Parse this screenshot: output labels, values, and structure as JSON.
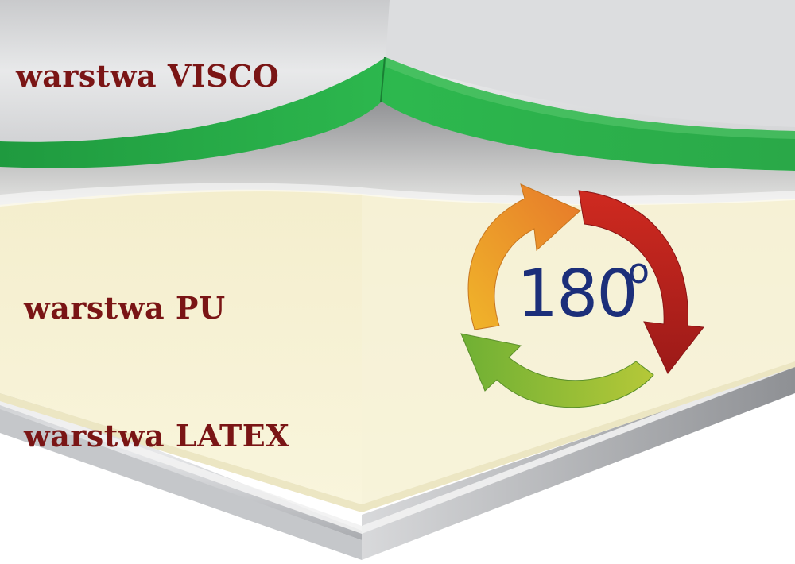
{
  "layers": {
    "visco": {
      "label": "warstwa VISCO"
    },
    "pu": {
      "label": "warstwa PU"
    },
    "latex": {
      "label": "warstwa LATEX"
    }
  },
  "rotation": {
    "value": "180",
    "unit": "o"
  },
  "colors": {
    "label_text": "#7a1515",
    "rotation_text": "#1c2f7a",
    "visco_surface": "#d6d7d9",
    "visco_green": "#2fa84a",
    "pu_foam": "#f6f1d2",
    "latex_base": "#cfd1d4",
    "arrow_yellow": "#f2c230",
    "arrow_orange": "#e8862a",
    "arrow_red": "#b3201d",
    "arrow_green": "#8cbd3a"
  },
  "icons": {
    "rotation_arrows": "circular-rotation-arrows-icon"
  }
}
